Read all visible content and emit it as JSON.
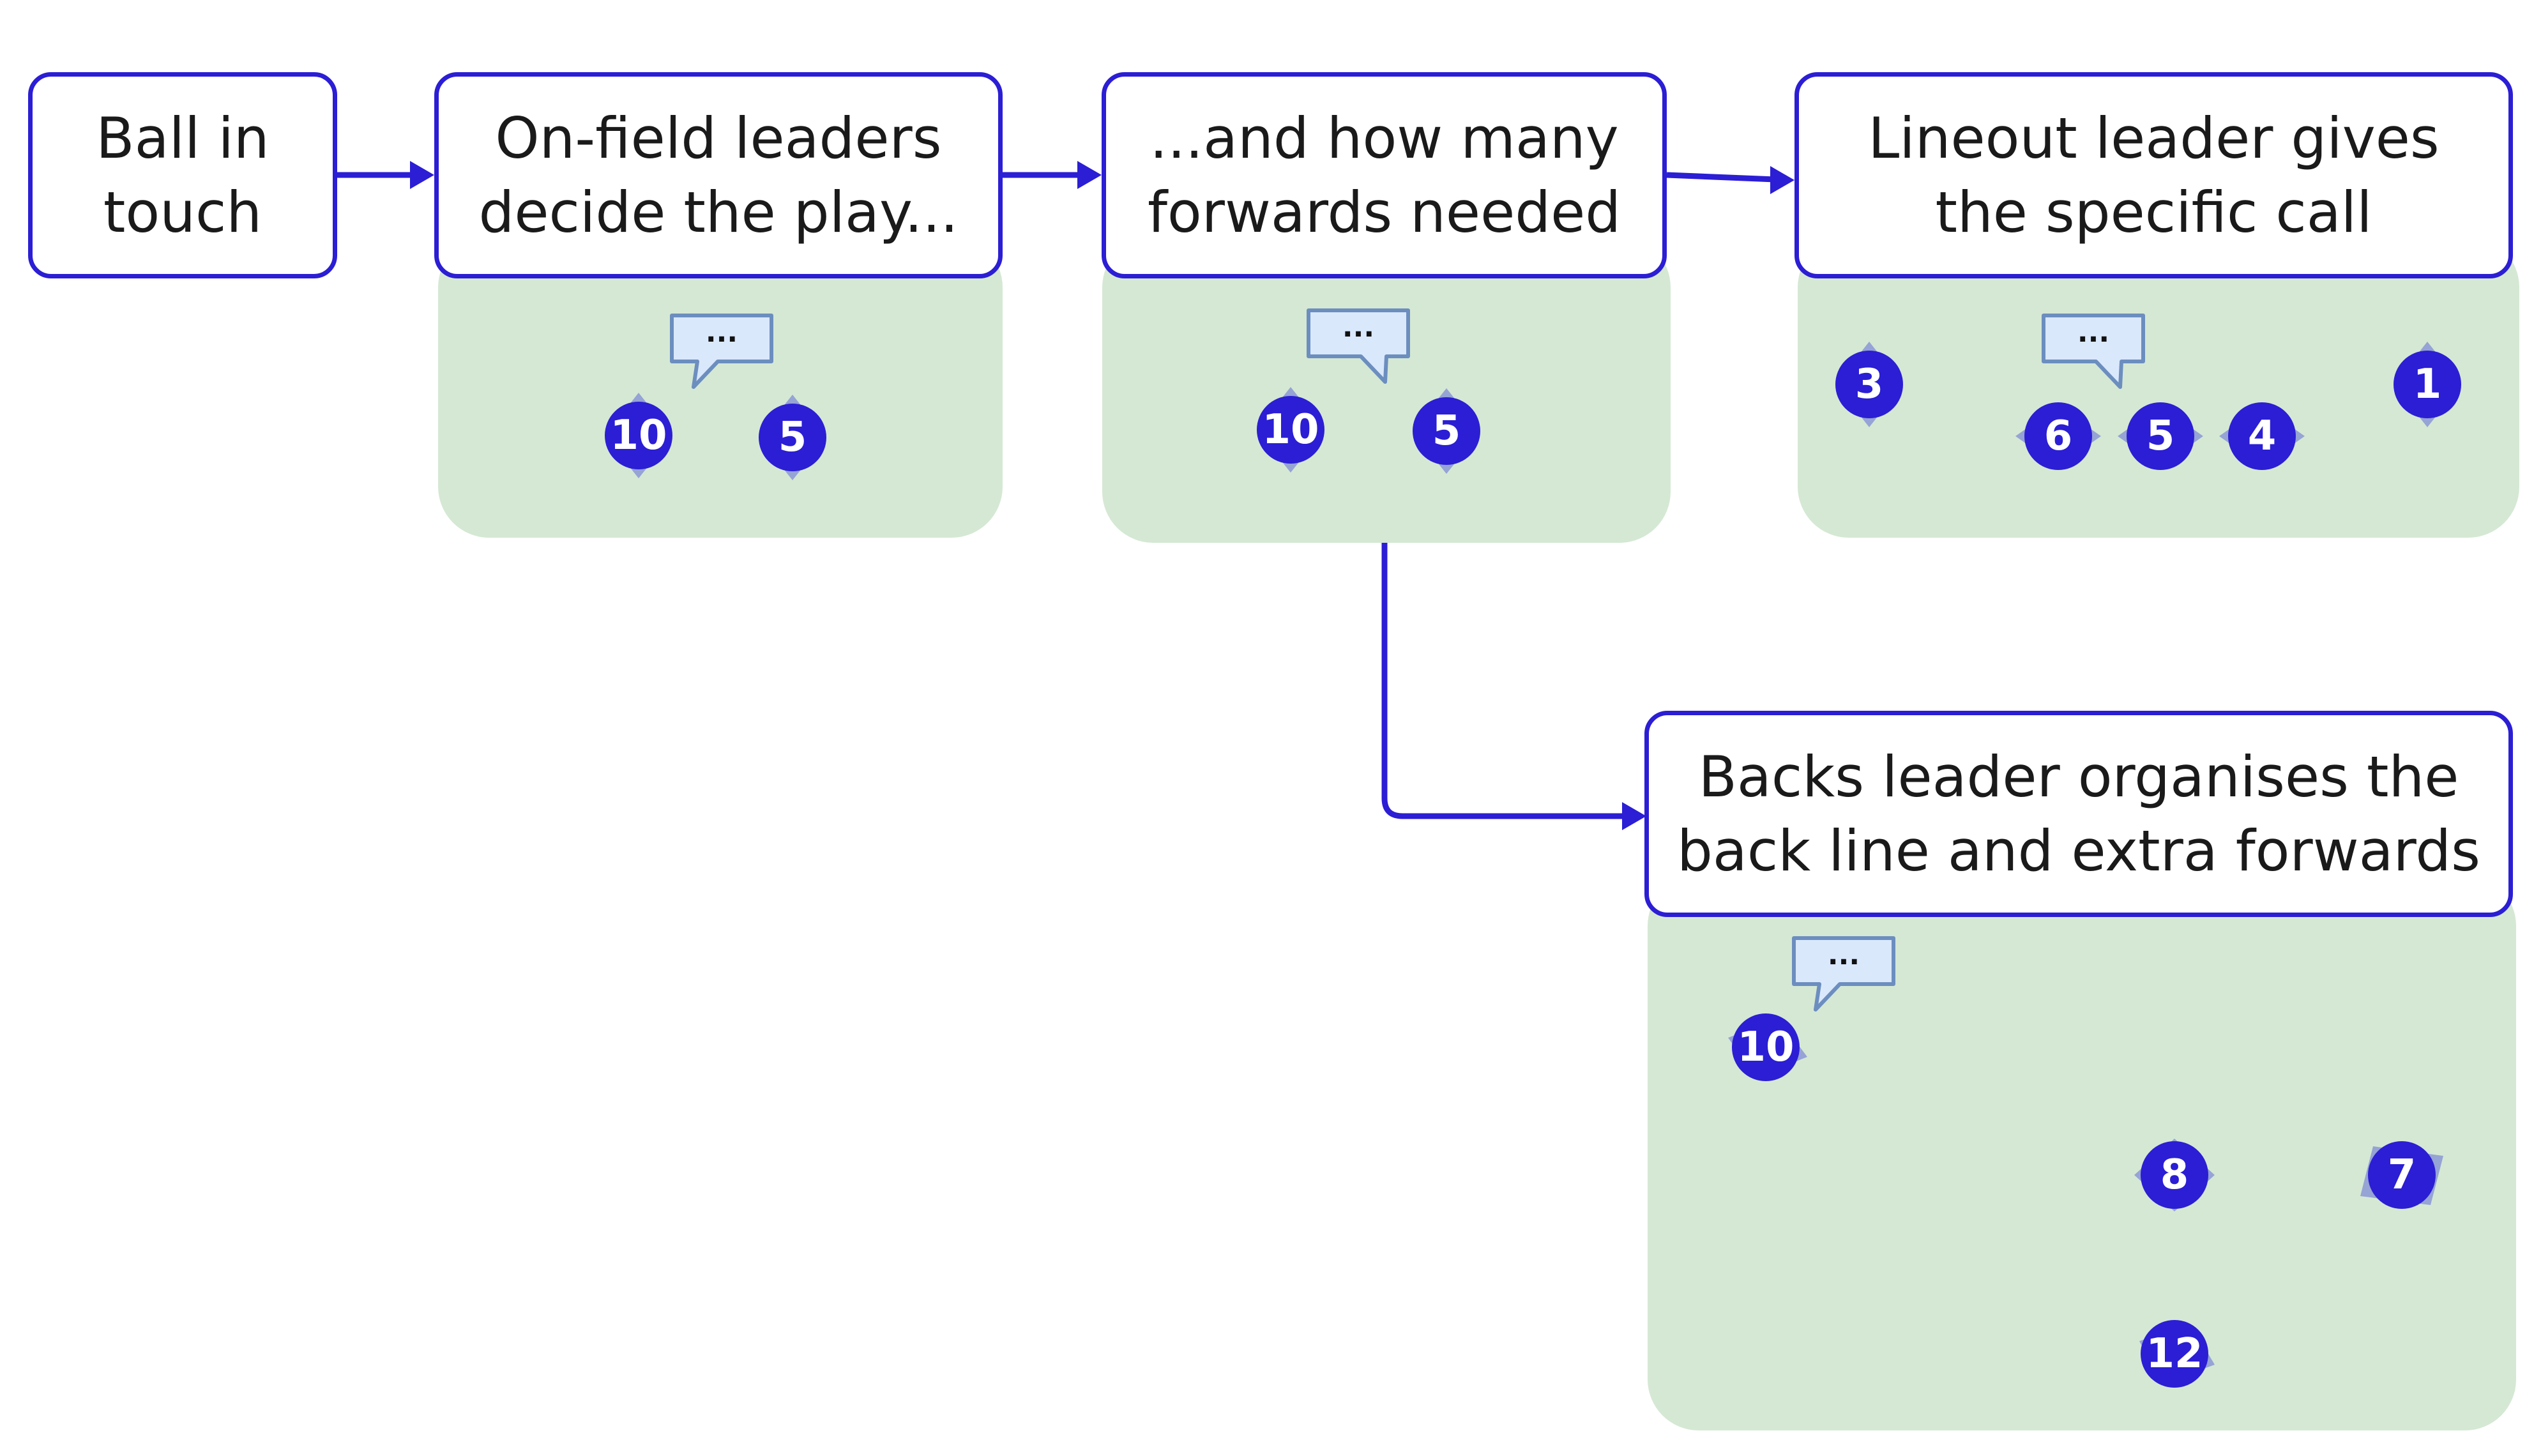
{
  "colors": {
    "accent": "#2b1ed4",
    "panel": "#d5e8d4",
    "bubble_fill": "#dae8fc",
    "bubble_stroke": "#6c8ebf",
    "player_halo": "#7b86d6"
  },
  "steps": {
    "ball": {
      "line1": "Ball in",
      "line2": "touch"
    },
    "decide": {
      "line1": "On-field leaders",
      "line2": "decide the play..."
    },
    "forwards": {
      "line1": "...and how many",
      "line2": "forwards needed"
    },
    "lineout": {
      "line1": "Lineout leader gives",
      "line2": "the specific call"
    },
    "backs": {
      "line1": "Backs leader organises the",
      "line2": "back line and extra forwards"
    }
  },
  "bubble_text": "...",
  "players": {
    "decide": [
      "10",
      "5"
    ],
    "forwards": [
      "10",
      "5"
    ],
    "lineout": [
      "3",
      "6",
      "5",
      "4",
      "1"
    ],
    "backs": [
      "10",
      "8",
      "7",
      "12"
    ]
  }
}
